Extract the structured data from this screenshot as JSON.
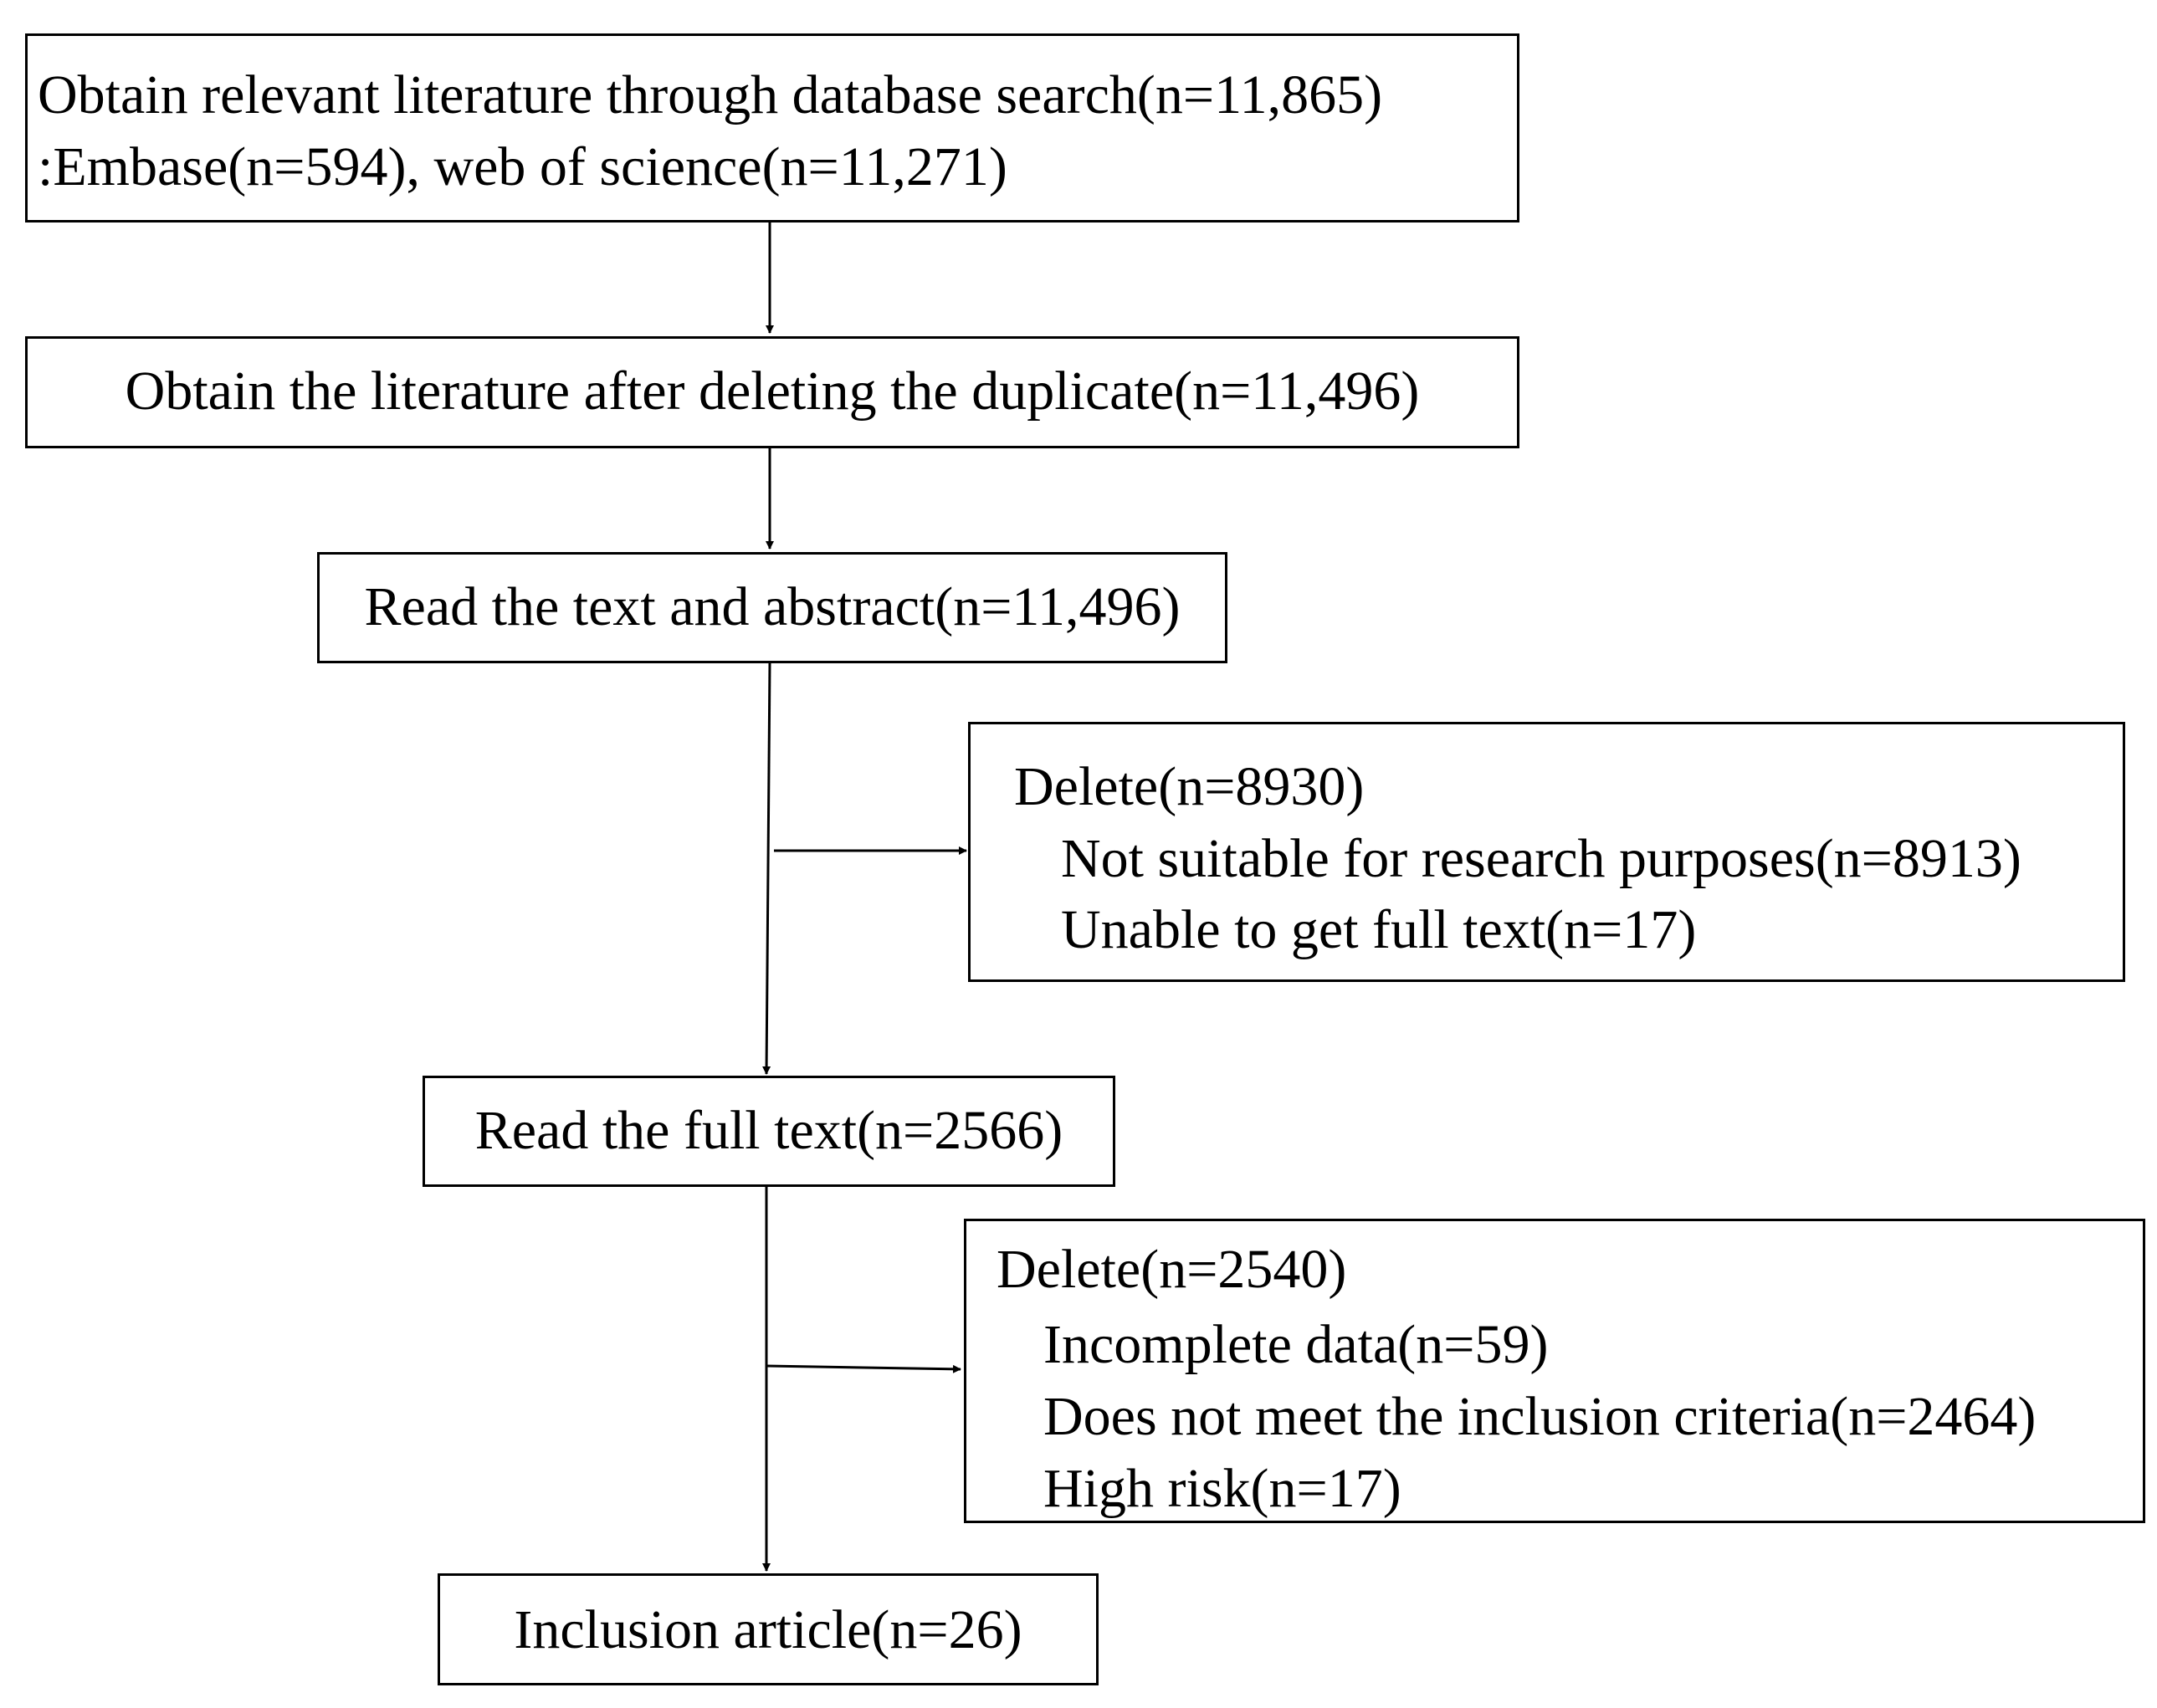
{
  "boxes": {
    "search": {
      "line1": "Obtain relevant literature through database search(n=11,865)",
      "line2": ":Embase(n=594), web of science(n=11,271)"
    },
    "dedup": {
      "text": "Obtain the literature after deleting the duplicate(n=11,496)"
    },
    "abstract": {
      "text": "Read the text and abstract(n=11,496)"
    },
    "delete1": {
      "title": "Delete(n=8930)",
      "items": [
        "Not suitable for research purposes(n=8913)",
        "Unable to get full text(n=17)"
      ]
    },
    "fulltext": {
      "text": "Read the full text(n=2566)"
    },
    "delete2": {
      "title": "Delete(n=2540)",
      "items": [
        "Incomplete data(n=59)",
        "Does not meet the inclusion criteria(n=2464)",
        "High risk(n=17)"
      ]
    },
    "inclusion": {
      "text": "Inclusion article(n=26)"
    }
  }
}
